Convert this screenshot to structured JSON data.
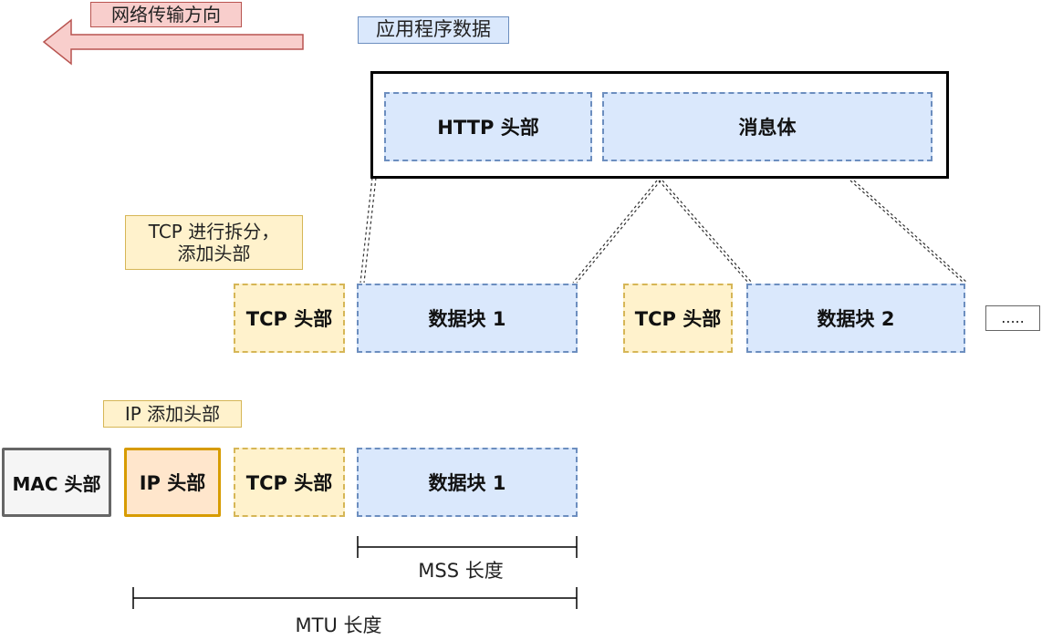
{
  "direction": {
    "label": "网络传输方向"
  },
  "app_data": {
    "label": "应用程序数据",
    "http_header": "HTTP 头部",
    "message_body": "消息体"
  },
  "tcp_split": {
    "label": "TCP 进行拆分，\n添加头部",
    "tcp_header": "TCP 头部",
    "chunk1": "数据块 1",
    "chunk2": "数据块 2",
    "ellipsis": "....."
  },
  "ip_layer": {
    "label": "IP 添加头部",
    "mac_header": "MAC 头部",
    "ip_header": "IP 头部",
    "tcp_header": "TCP 头部",
    "chunk1": "数据块 1"
  },
  "measurements": {
    "mss_label": "MSS 长度",
    "mtu_label": "MTU 长度"
  },
  "colors": {
    "blue_fill": "#dae8fc",
    "blue_border": "#6c8ebf",
    "yellow_fill": "#fff2cc",
    "yellow_border": "#d6b656",
    "orange_fill": "#ffe6cc",
    "orange_border": "#d79b00",
    "red_fill": "#f8cecc",
    "red_border": "#b85450"
  }
}
